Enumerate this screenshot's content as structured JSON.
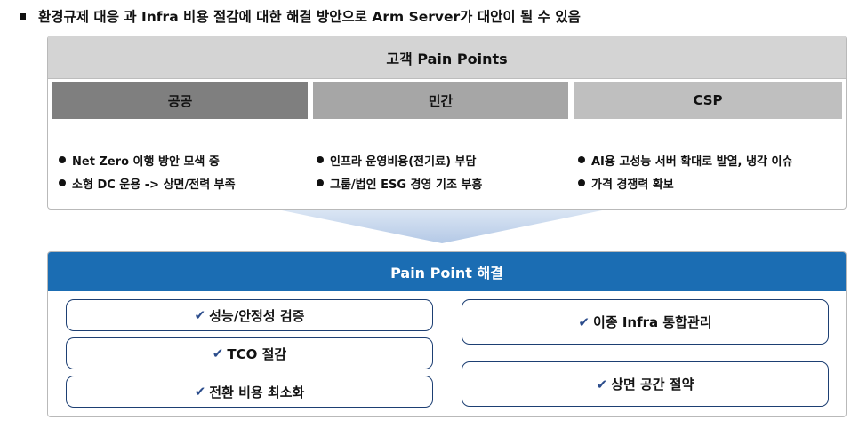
{
  "headline": "환경규제 대응 과 Infra 비용 절감에 대한 해결 방안으로 Arm Server가 대안이 될 수 있음",
  "pain_points": {
    "title": "고객 Pain Points",
    "segments": {
      "public": "공공",
      "private": "민간",
      "csp": "CSP"
    },
    "public_items": [
      "Net Zero 이행 방안 모색 중",
      "소형 DC 운용 -> 상면/전력 부족"
    ],
    "private_items": [
      "인프라 운영비용(전기료) 부담",
      "그룹/법인 ESG 경영 기조 부흥"
    ],
    "csp_items": [
      "AI용 고성능 서버 확대로 발열, 냉각 이슈",
      "가격 경쟁력 확보"
    ]
  },
  "solution": {
    "title": "Pain Point 해결",
    "items": [
      "성능/안정성 검증",
      "TCO 절감",
      "전환 비용 최소화",
      "이종 Infra 통합관리",
      "상면 공간 절약"
    ]
  },
  "icons": {
    "bullet": "square-bullet-icon",
    "list_dot": "dot-icon",
    "check": "check-icon",
    "arrow": "down-arrow-icon"
  },
  "colors": {
    "header_gray": "#d4d4d4",
    "public_gray": "#7f7f7f",
    "private_gray": "#a6a6a6",
    "csp_gray": "#bfbfbf",
    "solution_blue": "#1b6db3",
    "arrow_blue": "#c5d6ec",
    "box_border": "#1d3f73"
  }
}
